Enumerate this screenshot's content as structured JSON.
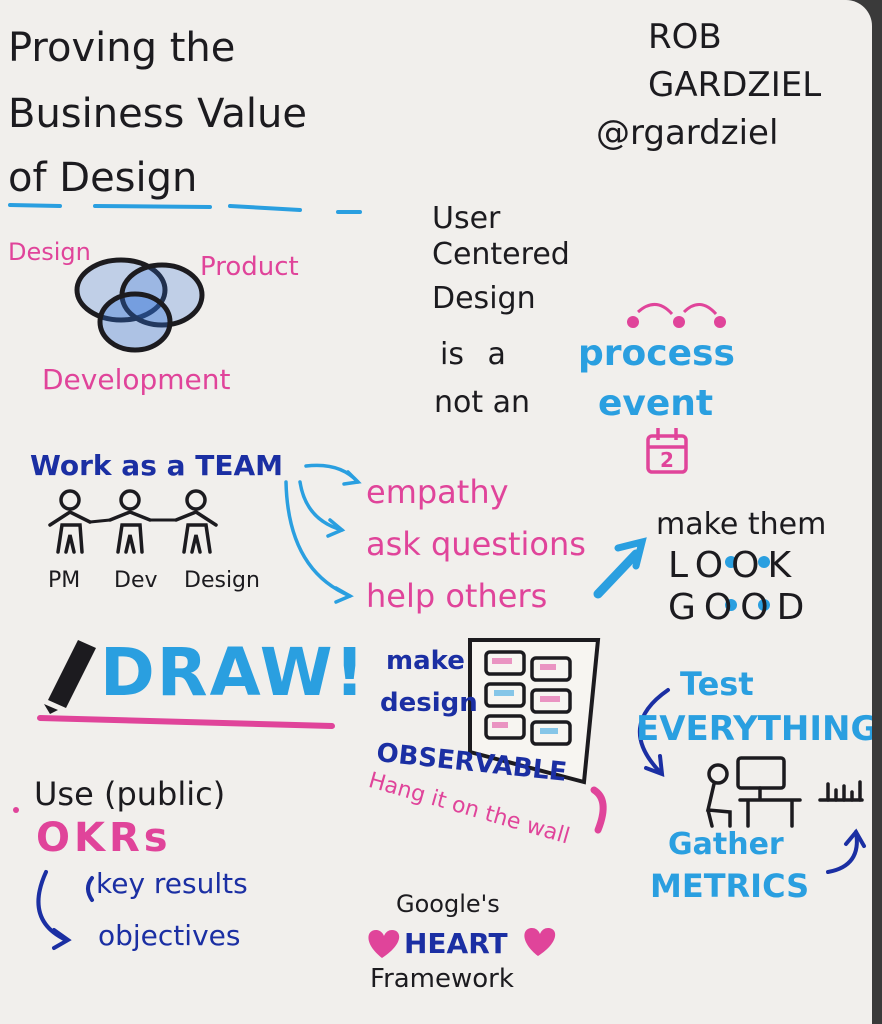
{
  "title": {
    "line1": "Proving the",
    "line2": "Business Value",
    "line3": "of Design"
  },
  "author": {
    "first_name": "ROB",
    "last_name": "GARDZIEL",
    "handle": "@rgardziel"
  },
  "venn": {
    "label_design": "Design",
    "label_product": "Product",
    "label_development": "Development"
  },
  "ucd": {
    "line1": "User",
    "line2": "Centered",
    "line3": "Design",
    "is_a": "is a",
    "process": "process",
    "not_an": "not an",
    "event": "event",
    "calendar_number": "2"
  },
  "team": {
    "heading": "Work as a TEAM",
    "roles": [
      "PM",
      "Dev",
      "Design"
    ],
    "items": [
      "empathy",
      "ask questions",
      "help others"
    ]
  },
  "look_good": {
    "line1": "make them",
    "line2": "LOOK",
    "line3": "GOOD"
  },
  "draw": {
    "text": "DRAW!"
  },
  "observable": {
    "line1": "make",
    "line2": "design",
    "line3": "OBSERVABLE",
    "sub": "Hang it on the wall"
  },
  "test": {
    "line1": "Test",
    "line2": "EVERYTHING",
    "gather": "Gather",
    "metrics": "METRICS"
  },
  "okrs": {
    "line1": "Use (public)",
    "acronym": "OKRs",
    "key_results": "key results",
    "objectives": "objectives"
  },
  "heart": {
    "line1": "Google's",
    "line2": "HEART",
    "line3": "Framework"
  },
  "colors": {
    "paper": "#f1efec",
    "ink_black": "#1c1b1f",
    "ink_pink": "#e0449a",
    "ink_blue": "#2a9fe0",
    "ink_navy": "#1b2fa3"
  }
}
